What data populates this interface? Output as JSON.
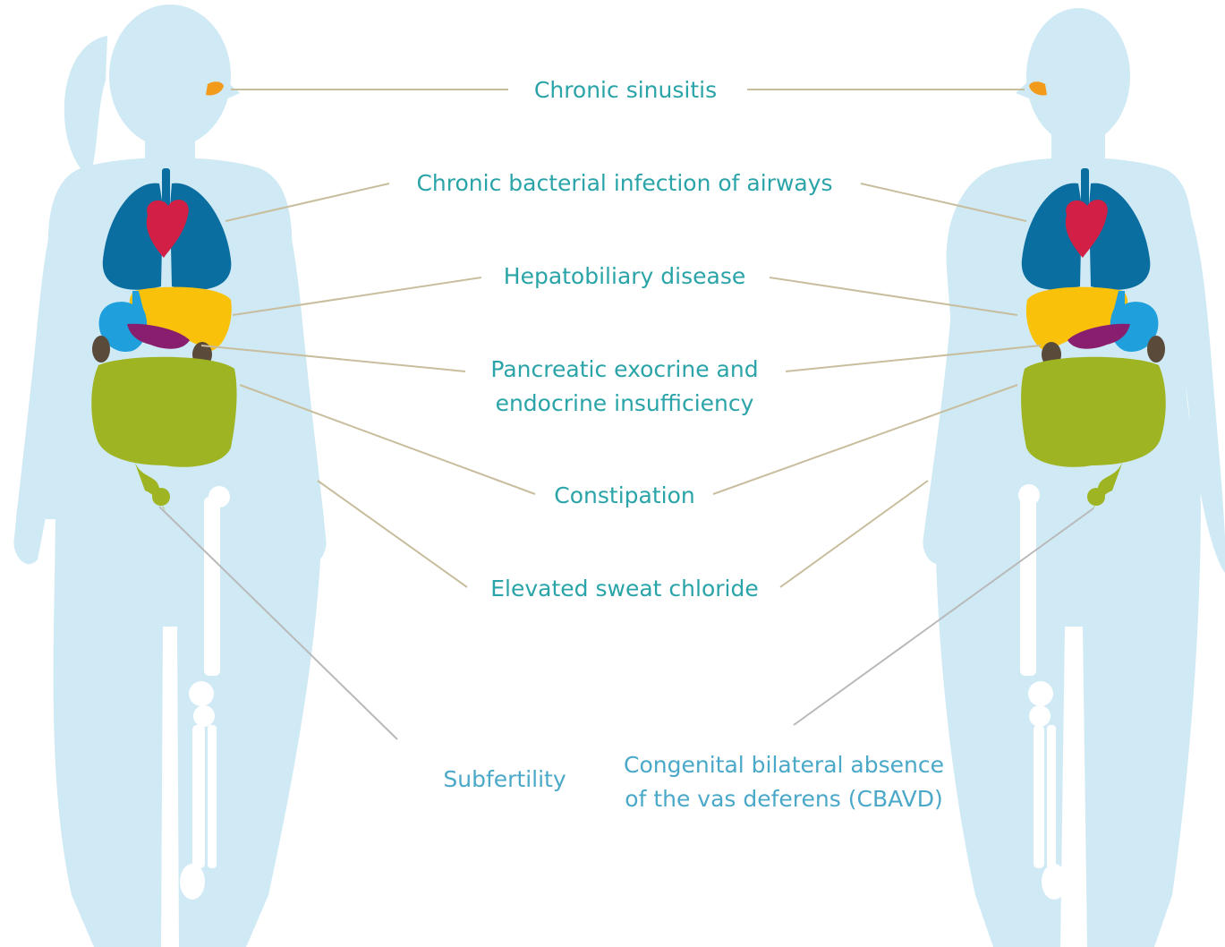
{
  "colors": {
    "body": "#cfe9f5",
    "bone": "#ffffff",
    "sinus": "#f29a1a",
    "lung": "#0b6ea0",
    "heart": "#d11f45",
    "liver": "#f9c10a",
    "stomach": "#1f9fdc",
    "pancreas": "#8a1e6e",
    "kidney": "#5a4a3a",
    "intestine": "#9fb422",
    "leader_line": "#c8be9e",
    "leader_line_grey": "#b9b9b9",
    "label_primary": "#2aa4a8",
    "label_secondary": "#4aa8c8"
  },
  "figures": [
    {
      "name": "female",
      "icon": "female-body-silhouette"
    },
    {
      "name": "male",
      "icon": "male-body-silhouette"
    }
  ],
  "labels": {
    "sinusitis": "Chronic sinusitis",
    "airways": "Chronic bacterial infection of airways",
    "hepatobiliary": "Hepatobiliary disease",
    "pancreatic_line1": "Pancreatic exocrine and",
    "pancreatic_line2": "endocrine insufficiency",
    "constipation": "Constipation",
    "sweat": "Elevated sweat chloride",
    "subfertility": "Subfertility",
    "cbavd_line1": "Congenital bilateral absence",
    "cbavd_line2": "of the vas deferens (CBAVD)"
  }
}
